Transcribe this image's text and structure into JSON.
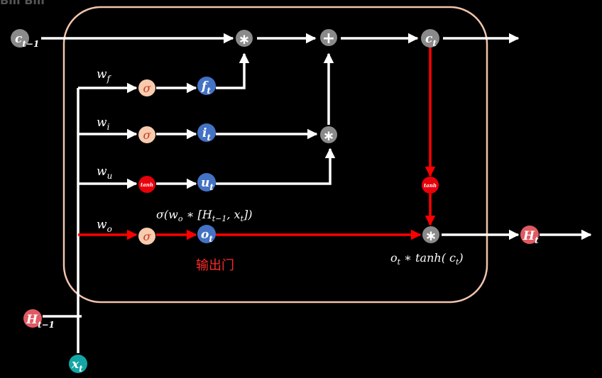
{
  "watermark": "Bili Bili",
  "colors": {
    "background": "#000000",
    "cell_border": "#f2c4ad",
    "white_line": "#ffffff",
    "red_line": "#ff0000",
    "gray_node": "#8a8a8a",
    "blue_node": "#4472c4",
    "peach_node": "#f8cbad",
    "red_node": "#e8000b",
    "pink_node": "#e05a63",
    "teal_node": "#14a6a6",
    "label_red": "#ff2a2a"
  },
  "inputs": {
    "c_prev": {
      "base": "c",
      "sub": "t−1"
    },
    "h_prev": {
      "base": "H",
      "sub": "t−1"
    },
    "x_t": {
      "base": "x",
      "sub": "t"
    }
  },
  "outputs": {
    "c_t": {
      "base": "c",
      "sub": "t"
    },
    "h_t": {
      "base": "H",
      "sub": "t"
    }
  },
  "weights": {
    "f": {
      "base": "w",
      "sub": "f"
    },
    "i": {
      "base": "w",
      "sub": "i"
    },
    "u": {
      "base": "w",
      "sub": "u"
    },
    "o": {
      "base": "w",
      "sub": "o"
    }
  },
  "gates": {
    "sigma_symbol": "σ",
    "tanh_symbol": "tanh",
    "f": {
      "base": "f",
      "sub": "t"
    },
    "i": {
      "base": "i",
      "sub": "t"
    },
    "u": {
      "base": "u",
      "sub": "t"
    },
    "o": {
      "base": "o",
      "sub": "t"
    }
  },
  "operators": {
    "multiply": "∗",
    "add": "+"
  },
  "annotations": {
    "output_gate_formula": "σ(w  ∗ [H    , x ])",
    "output_gate_formula_parts": {
      "p1": "σ(w",
      "s1": "o",
      "p2": " ∗ [H",
      "s2": "t−1",
      "p3": ", x",
      "s3": "t",
      "p4": "])"
    },
    "output_gate_label": "输出门",
    "hidden_formula_parts": {
      "p1": "o",
      "s1": "t",
      "p2": " ∗ tanh( c",
      "s2": "t",
      "p3": ")"
    }
  }
}
